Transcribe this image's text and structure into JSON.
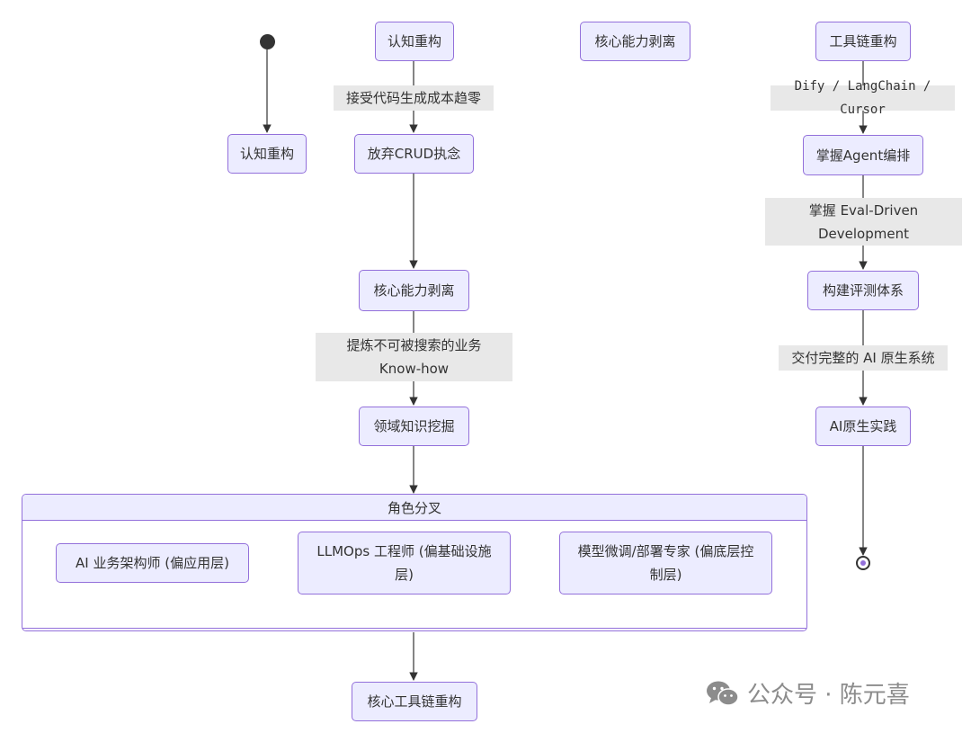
{
  "nodes": {
    "top_cognition": "认知重构",
    "top_core_strip": "核心能力剥离",
    "top_toolchain": "工具链重构",
    "cognition_left": "认知重构",
    "abandon_crud": "放弃CRUD执念",
    "core_strip": "核心能力剥离",
    "domain_mining": "领域知识挖掘",
    "master_agent": "掌握Agent编排",
    "build_eval": "构建评测体系",
    "ai_native": "AI原生实践",
    "core_toolchain": "核心工具链重构"
  },
  "edge_labels": {
    "accept_zero": "接受代码生成成本趋零",
    "refine_line1": "提炼不可被搜索的业务",
    "refine_line2": "Know-how",
    "tools": "Dify / LangChain / Cursor",
    "eval_line1": "掌握 Eval-Driven",
    "eval_line2": "Development",
    "deliver": "交付完整的 AI 原生系统"
  },
  "composite": {
    "title": "角色分叉",
    "role_architect": "AI 业务架构师 (偏应用层)",
    "role_llmops": "LLMOps 工程师 (偏基础设施层)",
    "role_model": "模型微调/部署专家 (偏底层控制层)"
  },
  "watermark": {
    "text": "公众号 · 陈元喜",
    "icon": "wechat-icon"
  },
  "colors": {
    "node_fill": "#ECECFF",
    "node_border": "#9370DB",
    "edge": "#333333",
    "label_bg": "#e8e8e8"
  }
}
